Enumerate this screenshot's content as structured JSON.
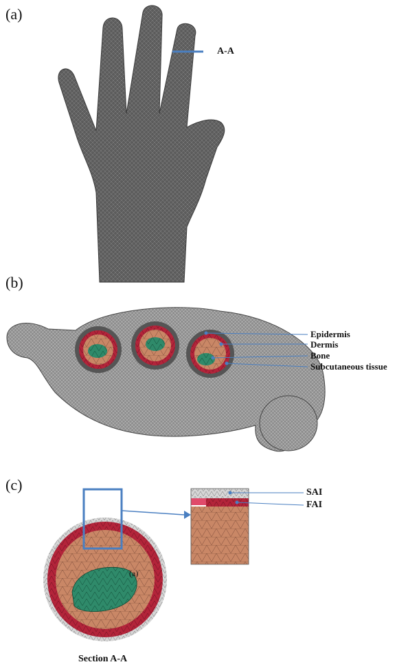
{
  "panels": {
    "a": {
      "letter": "(a)",
      "section_label": "A-A"
    },
    "b": {
      "letter": "(b)",
      "layers": [
        "Epidermis",
        "Dermis",
        "Bone",
        "Subcutaneous tissue"
      ]
    },
    "c": {
      "letter": "(c)",
      "inner_marker": "(a)",
      "receptors": [
        "SAI",
        "FAI"
      ],
      "caption": "Section A-A"
    }
  },
  "colors": {
    "mesh_gray": "#6b6b6b",
    "epidermis_red": "#b3243a",
    "dermis_salmon": "#d98a6e",
    "subcutaneous_tan": "#c98766",
    "bone_green": "#2f8a6a",
    "callout_blue": "#4a7fc1"
  }
}
